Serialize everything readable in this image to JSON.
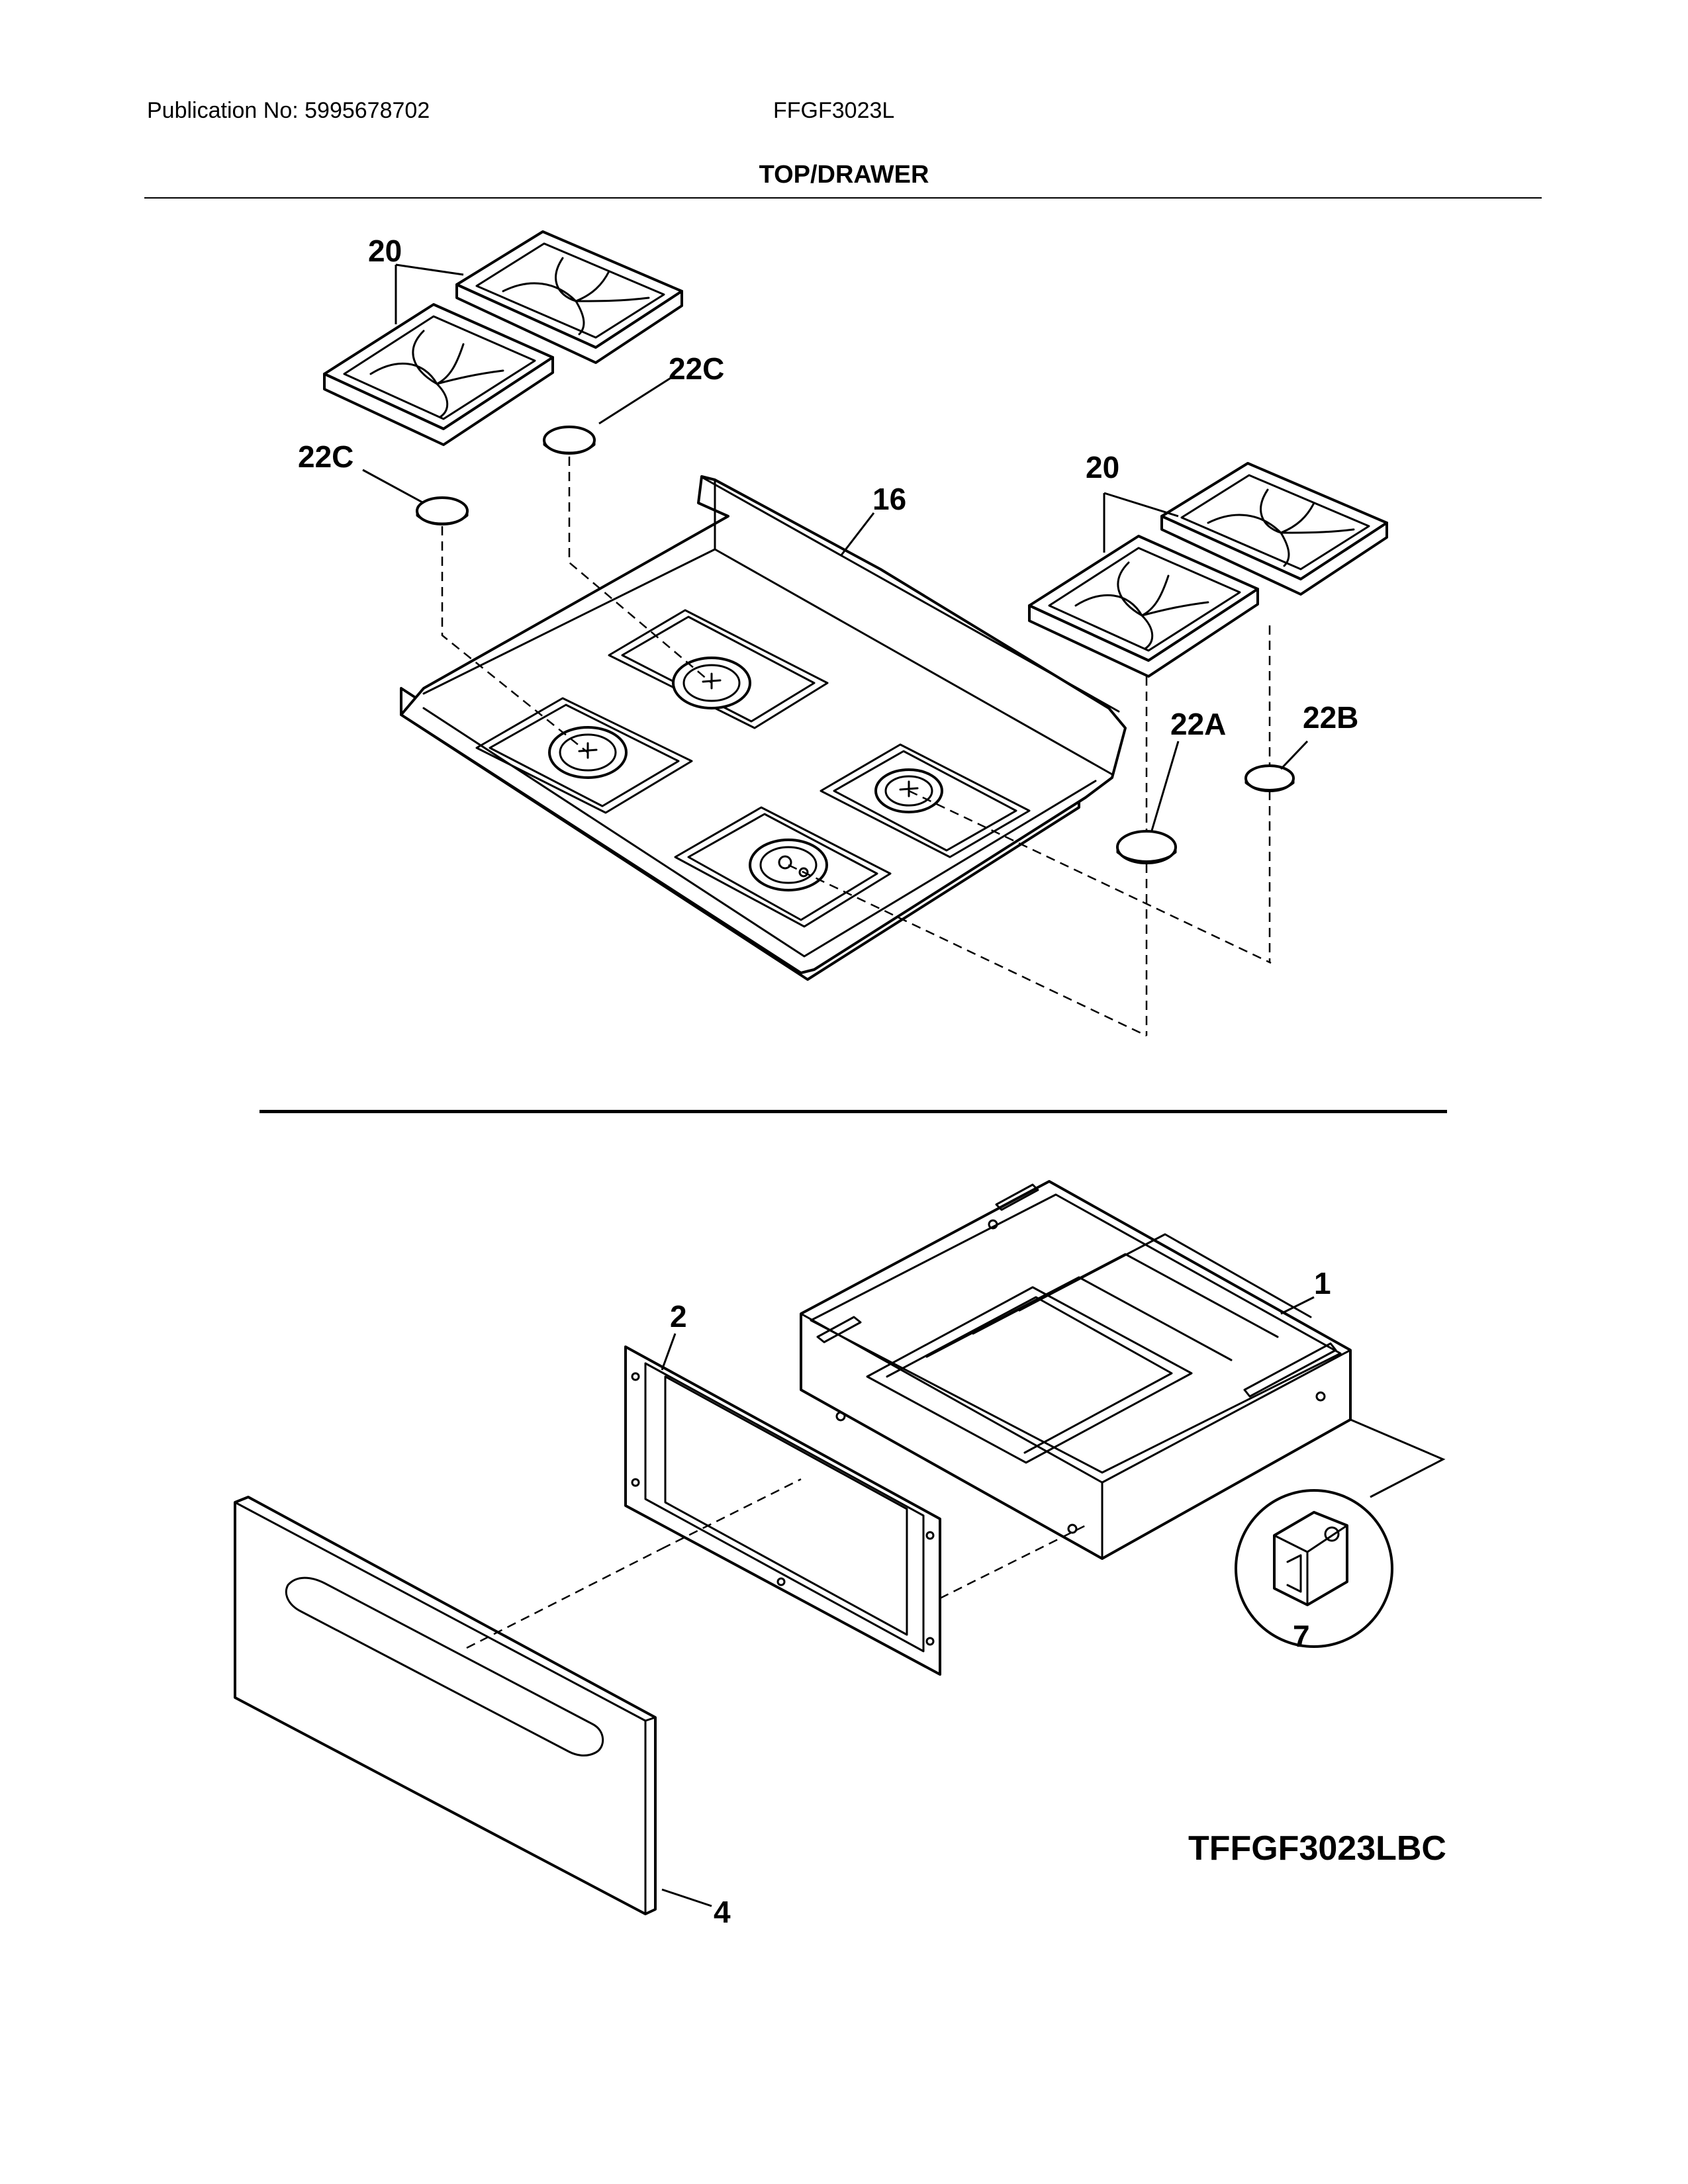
{
  "header": {
    "publication": "Publication No: 5995678702",
    "model": "FFGF3023L",
    "section_title": "TOP/DRAWER"
  },
  "callouts": {
    "grates_left": "20",
    "cap_22c_right": "22C",
    "cap_22c_left": "22C",
    "cooktop": "16",
    "grates_right": "20",
    "cap_22a": "22A",
    "cap_22b": "22B",
    "drawer_body": "1",
    "drawer_liner": "2",
    "clip": "7",
    "drawer_front": "4"
  },
  "diagram_code": "TFFGF3023LBC"
}
